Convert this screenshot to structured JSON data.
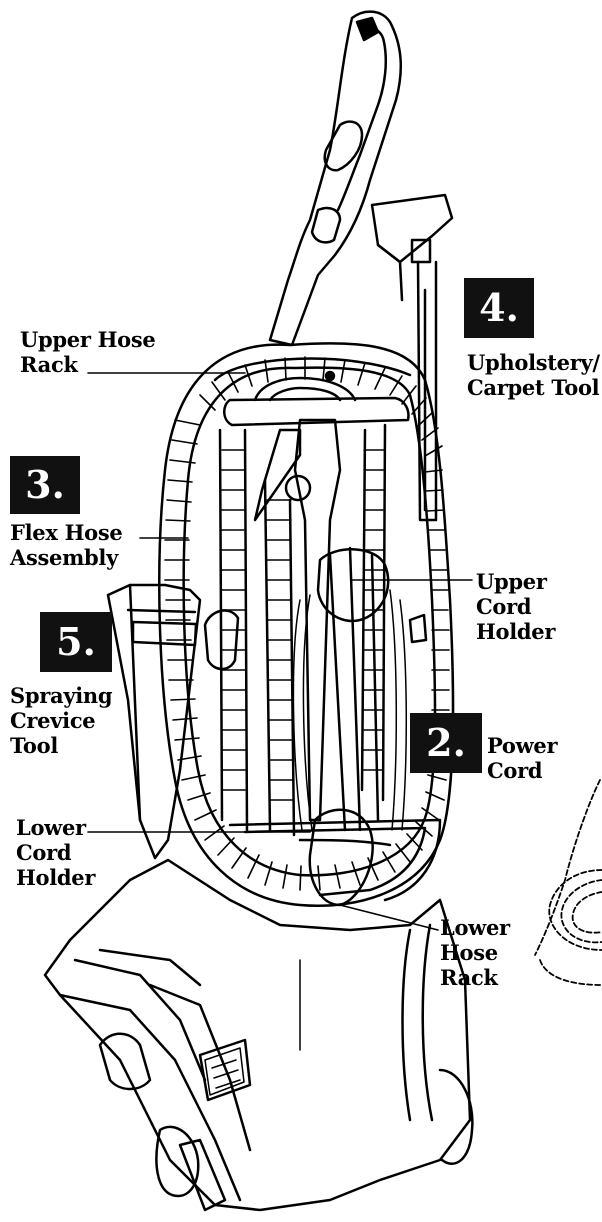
{
  "badges": {
    "b2": "2.",
    "b3": "3.",
    "b4": "4.",
    "b5": "5."
  },
  "labels": {
    "upper_hose_rack": "Upper Hose\nRack",
    "upholstery_tool": "Upholstery/\nCarpet Tool",
    "flex_hose": "Flex Hose\nAssembly",
    "upper_cord_holder": "Upper\nCord\nHolder",
    "spraying_crevice": "Spraying\nCrevice\nTool",
    "power_cord": "Power\nCord",
    "lower_cord_holder": "Lower\nCord\nHolder",
    "lower_hose_rack": "Lower\nHose\nRack"
  },
  "colors": {
    "ink": "#000000",
    "badge_bg": "#111111",
    "badge_text": "#ffffff"
  }
}
